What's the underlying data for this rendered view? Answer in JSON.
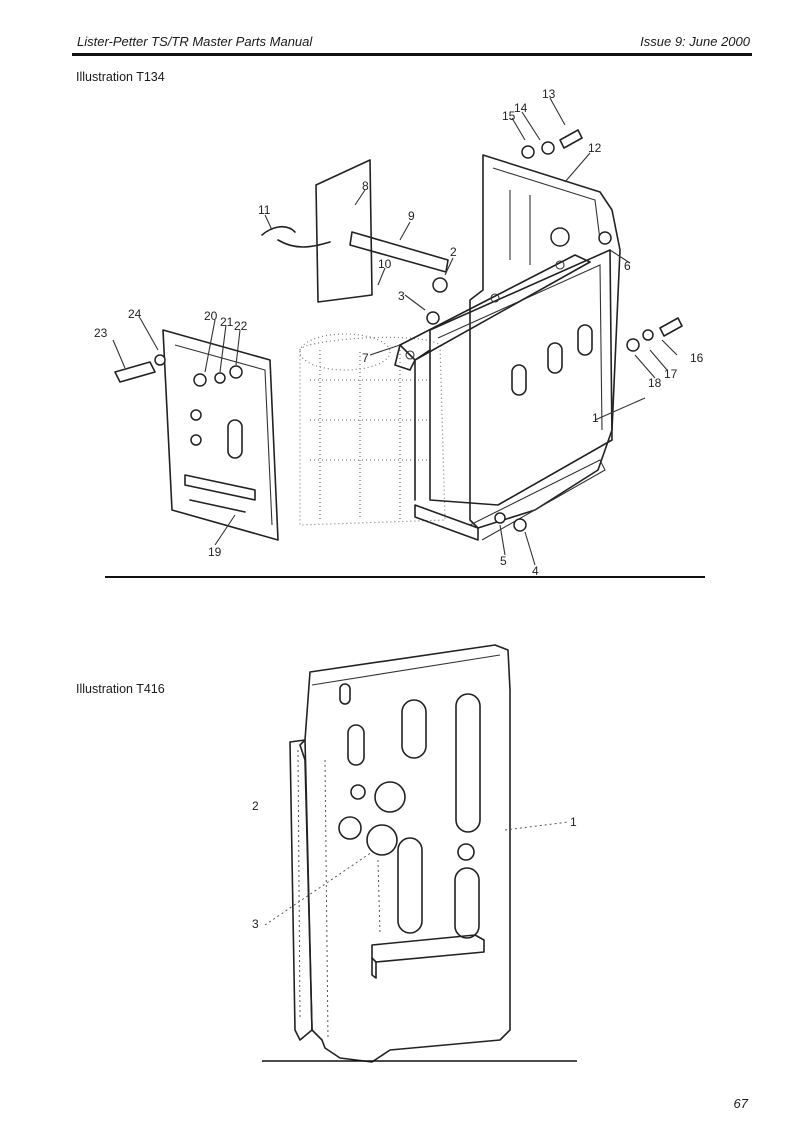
{
  "header": {
    "left": "Lister-Petter TS/TR Master Parts Manual",
    "right": "Issue 9: June 2000"
  },
  "illustrations": [
    {
      "label": "Illustration T134",
      "callouts": [
        "1",
        "2",
        "3",
        "4",
        "5",
        "6",
        "7",
        "8",
        "9",
        "10",
        "11",
        "12",
        "13",
        "14",
        "15",
        "16",
        "17",
        "18",
        "19",
        "20",
        "21",
        "22",
        "23",
        "24"
      ]
    },
    {
      "label": "Illustration T416",
      "callouts": [
        "1",
        "2",
        "3"
      ]
    }
  ],
  "footer": {
    "page_number": "67"
  }
}
